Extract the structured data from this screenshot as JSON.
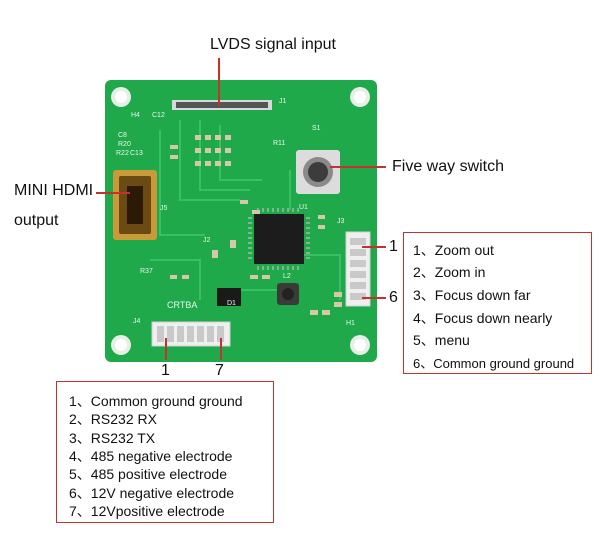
{
  "callouts": {
    "lvds": "LVDS signal input",
    "five_way": "Five way switch",
    "hdmi_line1": "MINI HDMI",
    "hdmi_line2": "output"
  },
  "pin_markers": {
    "j3_pin1": "1",
    "j3_pin6": "6",
    "j4_pin1": "1",
    "j4_pin7": "7"
  },
  "j3_pins": [
    {
      "num": "1、",
      "label": "Zoom out"
    },
    {
      "num": "2、",
      "label": "Zoom in"
    },
    {
      "num": "3、",
      "label": "Focus down far"
    },
    {
      "num": "4、",
      "label": "Focus down nearly"
    },
    {
      "num": "5、",
      "label": "menu"
    },
    {
      "num": "6、",
      "label": "Common ground ground"
    }
  ],
  "j4_pins": [
    {
      "num": "1、",
      "label": "Common ground ground"
    },
    {
      "num": "2、",
      "label": "RS232 RX"
    },
    {
      "num": "3、",
      "label": "RS232 TX"
    },
    {
      "num": "4、",
      "label": "485 negative electrode"
    },
    {
      "num": "5、",
      "label": "485 positive electrode"
    },
    {
      "num": "6、",
      "label": "12V negative electrode"
    },
    {
      "num": "7、",
      "label": "12Vpositive electrode"
    }
  ],
  "board_silkscreen": {
    "j1": "J1",
    "h4": "H4",
    "c12": "C12",
    "s1": "S1",
    "r11": "R11",
    "c8": "C8",
    "r20": "R20",
    "r22": "R22",
    "c13": "C13",
    "u1": "U1",
    "j5": "J5",
    "j2": "J2",
    "j3": "J3",
    "j4": "J4",
    "r37": "R37",
    "l2": "L2",
    "h1": "H1",
    "crtba": "CRTBA",
    "d1": "D1"
  },
  "colors": {
    "pcb": "#1fa94b",
    "pcb_dark": "#148a39",
    "accent_red": "#c8302c"
  }
}
